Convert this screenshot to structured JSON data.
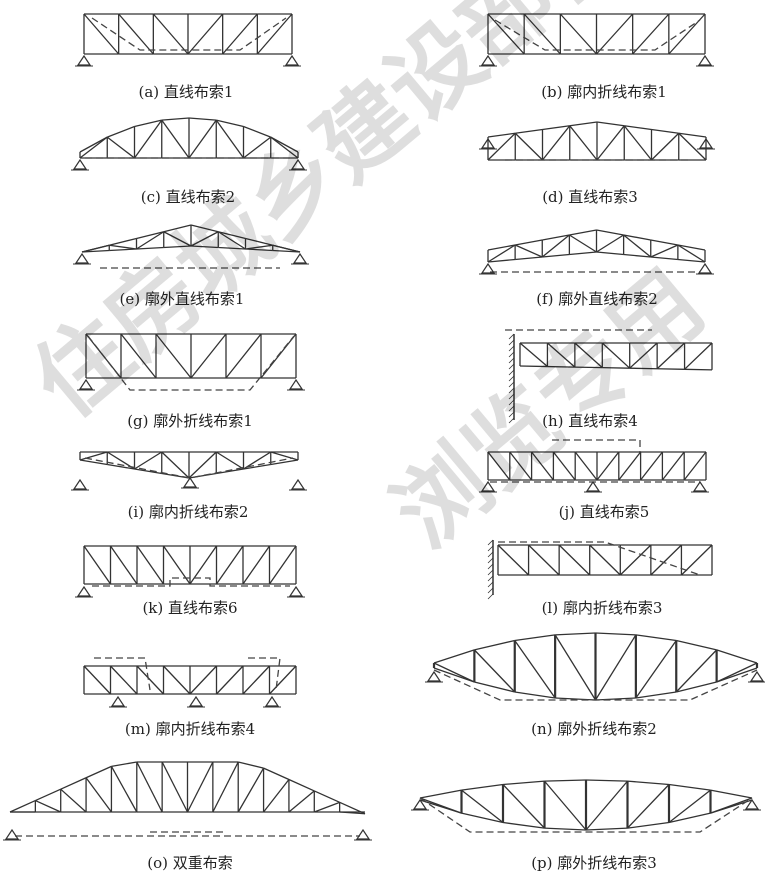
{
  "figure": {
    "panels": [
      {
        "id": "a",
        "caption": "(a) 直线布索1"
      },
      {
        "id": "b",
        "caption": "(b) 廓内折线布索1"
      },
      {
        "id": "c",
        "caption": "(c) 直线布索2"
      },
      {
        "id": "d",
        "caption": "(d) 直线布索3"
      },
      {
        "id": "e",
        "caption": "(e) 廓外直线布索1"
      },
      {
        "id": "f",
        "caption": "(f) 廓外直线布索2"
      },
      {
        "id": "g",
        "caption": "(g) 廓外折线布索1"
      },
      {
        "id": "h",
        "caption": "(h) 直线布索4"
      },
      {
        "id": "i",
        "caption": "(i) 廓内折线布索2"
      },
      {
        "id": "j",
        "caption": "(j) 直线布索5"
      },
      {
        "id": "k",
        "caption": "(k) 直线布索6"
      },
      {
        "id": "l",
        "caption": "(l) 廓内折线布索3"
      },
      {
        "id": "m",
        "caption": "(m) 廓内折线布索4"
      },
      {
        "id": "n",
        "caption": "(n) 廓外折线布索2"
      },
      {
        "id": "o",
        "caption": "(o) 双重布索"
      },
      {
        "id": "p",
        "caption": "(p) 廓外折线布索3"
      }
    ]
  },
  "watermark": {
    "line1": "住房城乡建设部信息",
    "line2": "浏览专用"
  },
  "colors": {
    "member": "#333333",
    "cable": "#444444",
    "watermark": "rgba(0,0,0,0.13)"
  }
}
